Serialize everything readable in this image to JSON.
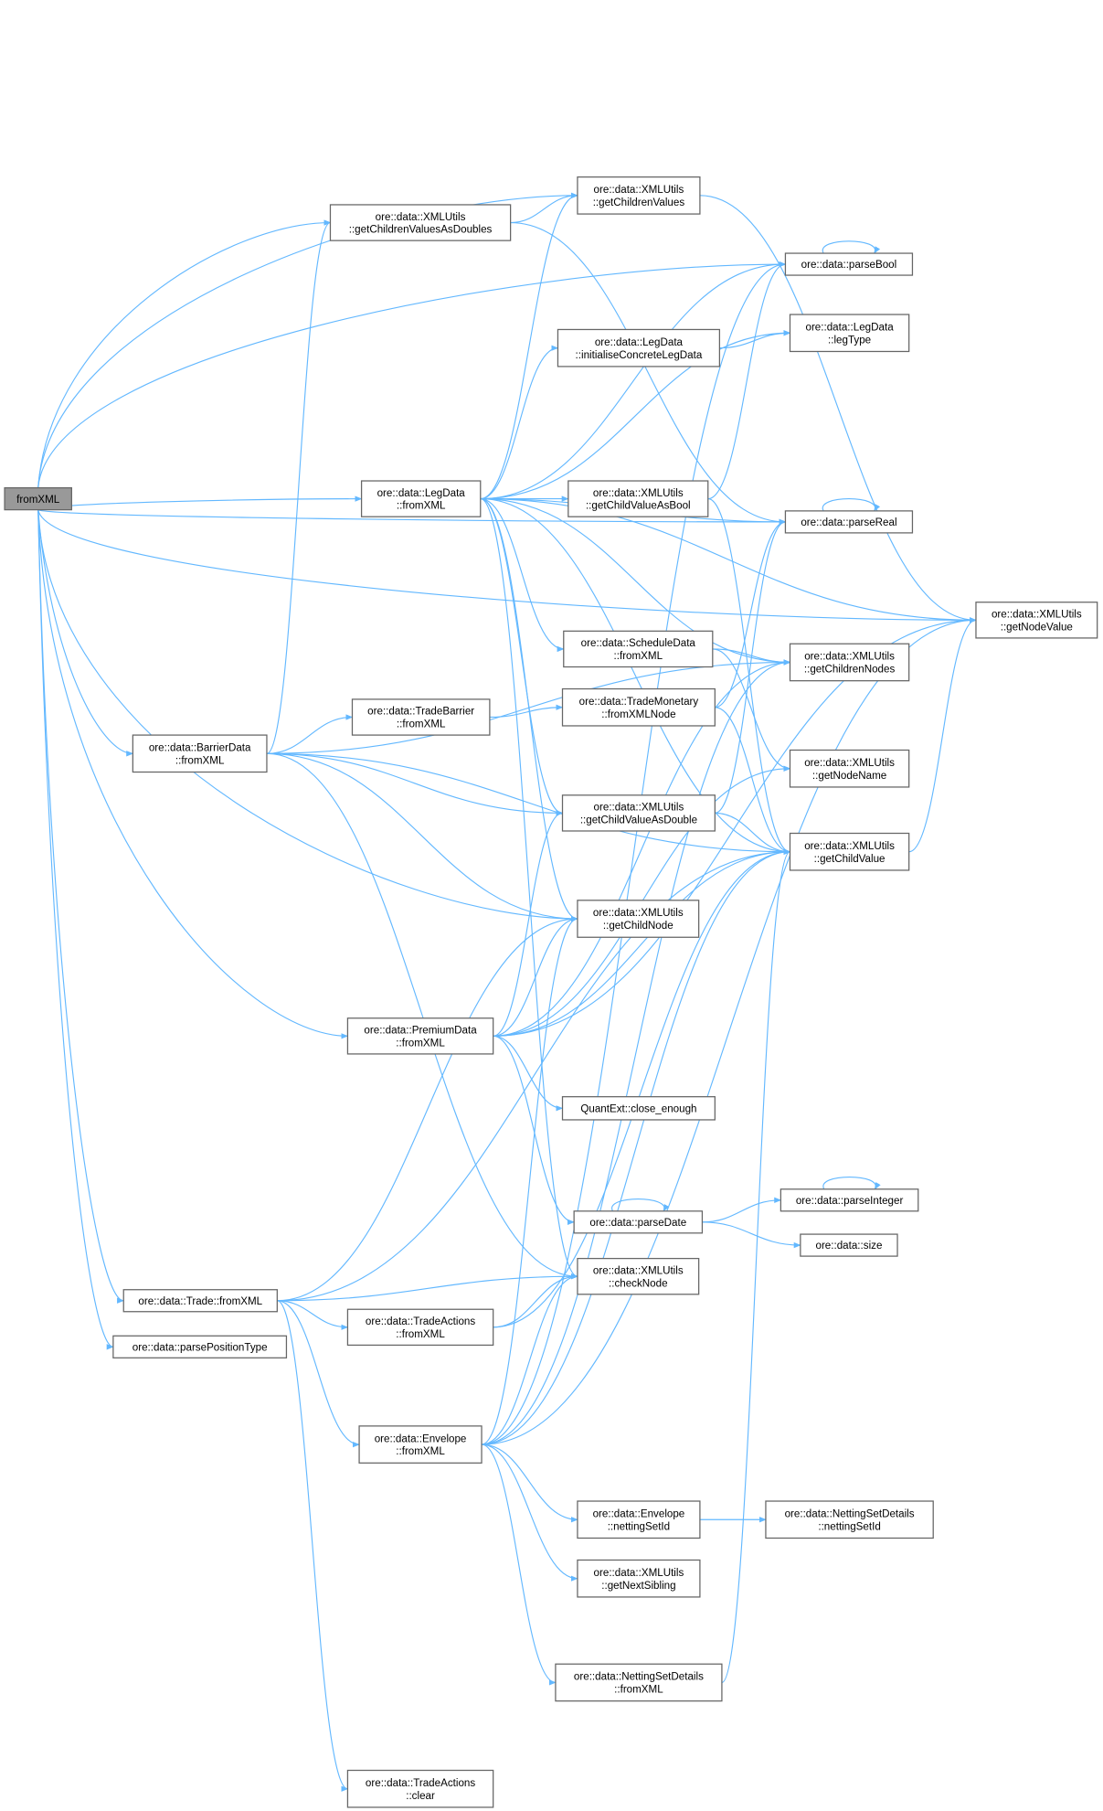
{
  "graph": {
    "root": "fromXML",
    "nodes": [
      {
        "id": "fromXML",
        "lines": [
          "fromXML"
        ]
      },
      {
        "id": "getChildrenValuesAsDoubles",
        "lines": [
          "ore::data::XMLUtils",
          "::getChildrenValuesAsDoubles"
        ]
      },
      {
        "id": "getChildrenValues",
        "lines": [
          "ore::data::XMLUtils",
          "::getChildrenValues"
        ]
      },
      {
        "id": "parseBool",
        "lines": [
          "ore::data::parseBool"
        ]
      },
      {
        "id": "legType",
        "lines": [
          "ore::data::LegData",
          "::legType"
        ]
      },
      {
        "id": "initialiseConcreteLegData",
        "lines": [
          "ore::data::LegData",
          "::initialiseConcreteLegData"
        ]
      },
      {
        "id": "LegData_fromXML",
        "lines": [
          "ore::data::LegData",
          "::fromXML"
        ]
      },
      {
        "id": "getChildValueAsBool",
        "lines": [
          "ore::data::XMLUtils",
          "::getChildValueAsBool"
        ]
      },
      {
        "id": "parseReal",
        "lines": [
          "ore::data::parseReal"
        ]
      },
      {
        "id": "getNodeValue",
        "lines": [
          "ore::data::XMLUtils",
          "::getNodeValue"
        ]
      },
      {
        "id": "ScheduleData_fromXML",
        "lines": [
          "ore::data::ScheduleData",
          "::fromXML"
        ]
      },
      {
        "id": "getChildrenNodes",
        "lines": [
          "ore::data::XMLUtils",
          "::getChildrenNodes"
        ]
      },
      {
        "id": "TradeBarrier_fromXML",
        "lines": [
          "ore::data::TradeBarrier",
          "::fromXML"
        ]
      },
      {
        "id": "TradeMonetary_fromXMLNode",
        "lines": [
          "ore::data::TradeMonetary",
          "::fromXMLNode"
        ]
      },
      {
        "id": "BarrierData_fromXML",
        "lines": [
          "ore::data::BarrierData",
          "::fromXML"
        ]
      },
      {
        "id": "getNodeName",
        "lines": [
          "ore::data::XMLUtils",
          "::getNodeName"
        ]
      },
      {
        "id": "getChildValueAsDouble",
        "lines": [
          "ore::data::XMLUtils",
          "::getChildValueAsDouble"
        ]
      },
      {
        "id": "getChildValue",
        "lines": [
          "ore::data::XMLUtils",
          "::getChildValue"
        ]
      },
      {
        "id": "getChildNode",
        "lines": [
          "ore::data::XMLUtils",
          "::getChildNode"
        ]
      },
      {
        "id": "PremiumData_fromXML",
        "lines": [
          "ore::data::PremiumData",
          "::fromXML"
        ]
      },
      {
        "id": "close_enough",
        "lines": [
          "QuantExt::close_enough"
        ]
      },
      {
        "id": "parseDate",
        "lines": [
          "ore::data::parseDate"
        ]
      },
      {
        "id": "parseInteger",
        "lines": [
          "ore::data::parseInteger"
        ]
      },
      {
        "id": "size",
        "lines": [
          "ore::data::size"
        ]
      },
      {
        "id": "checkNode",
        "lines": [
          "ore::data::XMLUtils",
          "::checkNode"
        ]
      },
      {
        "id": "Trade_fromXML",
        "lines": [
          "ore::data::Trade::fromXML"
        ]
      },
      {
        "id": "parsePositionType",
        "lines": [
          "ore::data::parsePositionType"
        ]
      },
      {
        "id": "TradeActions_fromXML",
        "lines": [
          "ore::data::TradeActions",
          "::fromXML"
        ]
      },
      {
        "id": "Envelope_fromXML",
        "lines": [
          "ore::data::Envelope",
          "::fromXML"
        ]
      },
      {
        "id": "Envelope_nettingSetId",
        "lines": [
          "ore::data::Envelope",
          "::nettingSetId"
        ]
      },
      {
        "id": "NettingSetDetails_nettingSetId",
        "lines": [
          "ore::data::NettingSetDetails",
          "::nettingSetId"
        ]
      },
      {
        "id": "getNextSibling",
        "lines": [
          "ore::data::XMLUtils",
          "::getNextSibling"
        ]
      },
      {
        "id": "NettingSetDetails_fromXML",
        "lines": [
          "ore::data::NettingSetDetails",
          "::fromXML"
        ]
      },
      {
        "id": "TradeActions_clear",
        "lines": [
          "ore::data::TradeActions",
          "::clear"
        ]
      }
    ],
    "edges": [
      [
        "fromXML",
        "getChildrenValuesAsDoubles"
      ],
      [
        "fromXML",
        "getChildrenValues"
      ],
      [
        "fromXML",
        "parseBool"
      ],
      [
        "fromXML",
        "parseReal"
      ],
      [
        "fromXML",
        "getNodeValue"
      ],
      [
        "fromXML",
        "LegData_fromXML"
      ],
      [
        "fromXML",
        "BarrierData_fromXML"
      ],
      [
        "fromXML",
        "getChildNode"
      ],
      [
        "fromXML",
        "PremiumData_fromXML"
      ],
      [
        "fromXML",
        "Trade_fromXML"
      ],
      [
        "fromXML",
        "parsePositionType"
      ],
      [
        "getChildrenValuesAsDoubles",
        "getChildrenValues"
      ],
      [
        "getChildrenValuesAsDoubles",
        "parseReal"
      ],
      [
        "getChildrenValues",
        "getNodeValue"
      ],
      [
        "LegData_fromXML",
        "getChildrenValues"
      ],
      [
        "LegData_fromXML",
        "parseBool"
      ],
      [
        "LegData_fromXML",
        "legType"
      ],
      [
        "LegData_fromXML",
        "initialiseConcreteLegData"
      ],
      [
        "LegData_fromXML",
        "getChildValueAsBool"
      ],
      [
        "LegData_fromXML",
        "parseReal"
      ],
      [
        "LegData_fromXML",
        "getNodeValue"
      ],
      [
        "LegData_fromXML",
        "ScheduleData_fromXML"
      ],
      [
        "LegData_fromXML",
        "getChildrenNodes"
      ],
      [
        "LegData_fromXML",
        "getChildValueAsDouble"
      ],
      [
        "LegData_fromXML",
        "getChildValue"
      ],
      [
        "LegData_fromXML",
        "getChildNode"
      ],
      [
        "LegData_fromXML",
        "checkNode"
      ],
      [
        "initialiseConcreteLegData",
        "legType"
      ],
      [
        "getChildValueAsBool",
        "parseBool"
      ],
      [
        "getChildValueAsBool",
        "getChildValue"
      ],
      [
        "ScheduleData_fromXML",
        "getChildrenNodes"
      ],
      [
        "ScheduleData_fromXML",
        "getNodeName"
      ],
      [
        "TradeBarrier_fromXML",
        "TradeMonetary_fromXMLNode"
      ],
      [
        "TradeMonetary_fromXMLNode",
        "parseReal"
      ],
      [
        "TradeMonetary_fromXMLNode",
        "getChildValue"
      ],
      [
        "BarrierData_fromXML",
        "getChildrenValuesAsDoubles"
      ],
      [
        "BarrierData_fromXML",
        "TradeBarrier_fromXML"
      ],
      [
        "BarrierData_fromXML",
        "getChildrenNodes"
      ],
      [
        "BarrierData_fromXML",
        "getChildValueAsDouble"
      ],
      [
        "BarrierData_fromXML",
        "getChildValue"
      ],
      [
        "BarrierData_fromXML",
        "getChildNode"
      ],
      [
        "BarrierData_fromXML",
        "checkNode"
      ],
      [
        "getChildValueAsDouble",
        "parseReal"
      ],
      [
        "getChildValueAsDouble",
        "getChildValue"
      ],
      [
        "getChildValue",
        "getNodeValue"
      ],
      [
        "PremiumData_fromXML",
        "getChildValueAsDouble"
      ],
      [
        "PremiumData_fromXML",
        "getChildNode"
      ],
      [
        "PremiumData_fromXML",
        "getChildrenNodes"
      ],
      [
        "PremiumData_fromXML",
        "getNodeName"
      ],
      [
        "PremiumData_fromXML",
        "getNodeValue"
      ],
      [
        "PremiumData_fromXML",
        "close_enough"
      ],
      [
        "PremiumData_fromXML",
        "parseDate"
      ],
      [
        "PremiumData_fromXML",
        "getChildValue"
      ],
      [
        "parseDate",
        "parseInteger"
      ],
      [
        "parseDate",
        "size"
      ],
      [
        "Trade_fromXML",
        "getChildNode"
      ],
      [
        "Trade_fromXML",
        "checkNode"
      ],
      [
        "Trade_fromXML",
        "TradeActions_fromXML"
      ],
      [
        "Trade_fromXML",
        "Envelope_fromXML"
      ],
      [
        "Trade_fromXML",
        "TradeActions_clear"
      ],
      [
        "Trade_fromXML",
        "getChildValue"
      ],
      [
        "TradeActions_fromXML",
        "checkNode"
      ],
      [
        "TradeActions_fromXML",
        "getChildValue"
      ],
      [
        "Envelope_fromXML",
        "checkNode"
      ],
      [
        "Envelope_fromXML",
        "getChildNode"
      ],
      [
        "Envelope_fromXML",
        "getChildrenNodes"
      ],
      [
        "Envelope_fromXML",
        "getChildValue"
      ],
      [
        "Envelope_fromXML",
        "getNodeValue"
      ],
      [
        "Envelope_fromXML",
        "Envelope_nettingSetId"
      ],
      [
        "Envelope_fromXML",
        "getNextSibling"
      ],
      [
        "Envelope_fromXML",
        "NettingSetDetails_fromXML"
      ],
      [
        "Envelope_fromXML",
        "parseBool"
      ],
      [
        "Envelope_nettingSetId",
        "NettingSetDetails_nettingSetId"
      ],
      [
        "NettingSetDetails_fromXML",
        "getChildValue"
      ]
    ],
    "self_loops": [
      "parseBool",
      "parseReal",
      "parseDate",
      "parseInteger"
    ],
    "colors": {
      "edge": "#63b8ff",
      "root_fill": "#999999",
      "node_border": "#666666"
    }
  }
}
